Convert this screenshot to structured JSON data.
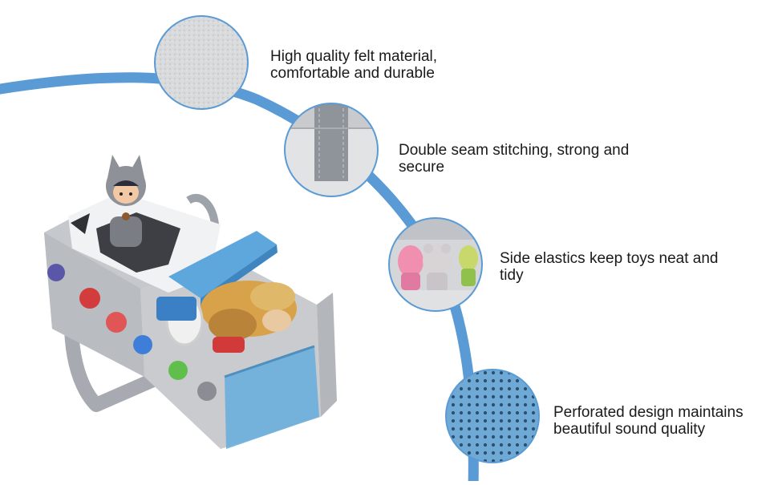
{
  "features": [
    {
      "text": "High quality felt material,\ncomfortable and durable",
      "detail_icon": "felt-texture-icon"
    },
    {
      "text": "Double seam stitching, strong and\nsecure",
      "detail_icon": "seam-stitching-icon"
    },
    {
      "text": "Side elastics keep toys neat and\ntidy",
      "detail_icon": "toy-figures-icon"
    },
    {
      "text": "Perforated design maintains\nbeautiful sound quality",
      "detail_icon": "perforated-mesh-icon"
    }
  ],
  "colors": {
    "arc": "#5b9bd5",
    "circle_border": "#5b9bd5",
    "felt": "#c9cbcf",
    "strap": "#a7abb1",
    "pocket": "#6aaedb",
    "lid": "#5ea7dd"
  }
}
